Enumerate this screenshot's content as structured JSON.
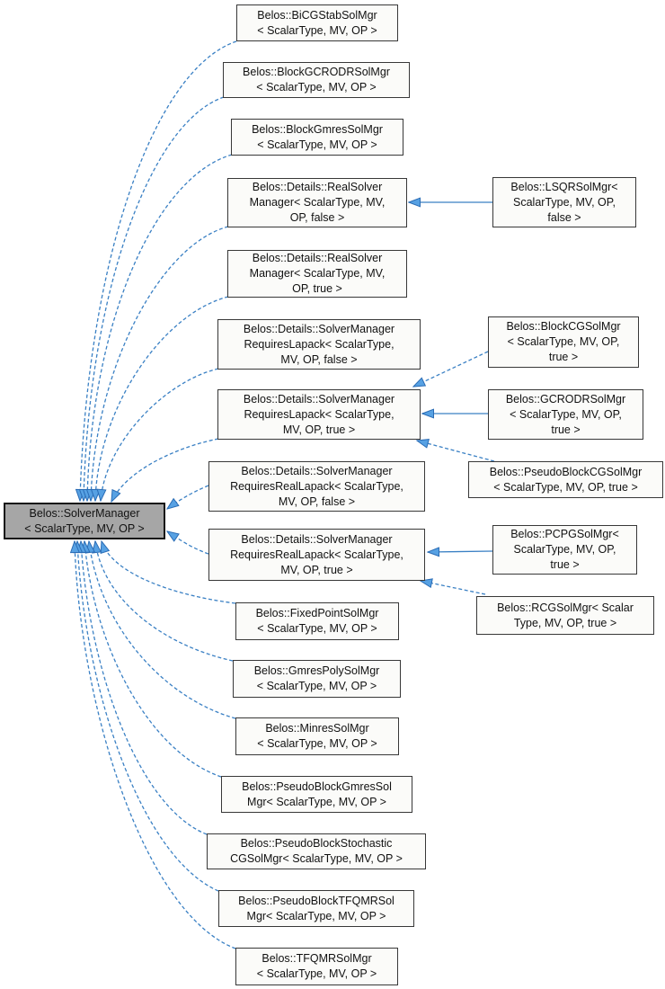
{
  "diagram": {
    "type": "class-inheritance-diagram",
    "base_class": "Belos::SolverManager< ScalarType, MV, OP >",
    "colors": {
      "background": "#ffffff",
      "edge": "#3a80c4",
      "arrowhead_fill": "#57a1e3",
      "arrowhead_border": "#2a6cb5",
      "node_fill": "#fbfbf9",
      "node_border": "#383838",
      "base_node_fill": "#a6a6a6",
      "base_node_border": "#141414",
      "text": "#111111"
    }
  },
  "nodes": [
    {
      "id": "solver-manager",
      "role": "base",
      "label": "Belos::SolverManager\n< ScalarType, MV, OP >"
    },
    {
      "id": "bicgstab-solmgr",
      "role": "derived",
      "label": "Belos::BiCGStabSolMgr\n< ScalarType, MV, OP >"
    },
    {
      "id": "block-gcrodr-solmgr",
      "role": "derived",
      "label": "Belos::BlockGCRODRSolMgr\n< ScalarType, MV, OP >"
    },
    {
      "id": "block-gmres-solmgr",
      "role": "derived",
      "label": "Belos::BlockGmresSolMgr\n< ScalarType, MV, OP >"
    },
    {
      "id": "real-solver-manager-false",
      "role": "derived",
      "label": "Belos::Details::RealSolver\nManager< ScalarType, MV,\nOP, false >"
    },
    {
      "id": "lsqr-solmgr",
      "role": "derived",
      "label": "Belos::LSQRSolMgr<\nScalarType, MV, OP,\nfalse >"
    },
    {
      "id": "real-solver-manager-true",
      "role": "derived",
      "label": "Belos::Details::RealSolver\nManager< ScalarType, MV,\nOP, true >"
    },
    {
      "id": "solver-manager-requires-lapack-false",
      "role": "derived",
      "label": "Belos::Details::SolverManager\nRequiresLapack< ScalarType,\nMV, OP, false >"
    },
    {
      "id": "block-cg-solmgr",
      "role": "derived",
      "label": "Belos::BlockCGSolMgr\n< ScalarType, MV, OP,\ntrue >"
    },
    {
      "id": "solver-manager-requires-lapack-true",
      "role": "derived",
      "label": "Belos::Details::SolverManager\nRequiresLapack< ScalarType,\nMV, OP, true >"
    },
    {
      "id": "gcrodr-solmgr",
      "role": "derived",
      "label": "Belos::GCRODRSolMgr\n< ScalarType, MV, OP,\ntrue >"
    },
    {
      "id": "solver-manager-requires-real-lapack-false",
      "role": "derived",
      "label": "Belos::Details::SolverManager\nRequiresRealLapack< ScalarType,\nMV, OP, false >"
    },
    {
      "id": "pseudo-block-cg-solmgr",
      "role": "derived",
      "label": "Belos::PseudoBlockCGSolMgr\n< ScalarType, MV, OP, true >"
    },
    {
      "id": "solver-manager-requires-real-lapack-true",
      "role": "derived",
      "label": "Belos::Details::SolverManager\nRequiresRealLapack< ScalarType,\nMV, OP, true >"
    },
    {
      "id": "pcpg-solmgr",
      "role": "derived",
      "label": "Belos::PCPGSolMgr<\nScalarType, MV, OP,\ntrue >"
    },
    {
      "id": "rcg-solmgr",
      "role": "derived",
      "label": "Belos::RCGSolMgr< Scalar\nType, MV, OP, true >"
    },
    {
      "id": "fixed-point-solmgr",
      "role": "derived",
      "label": "Belos::FixedPointSolMgr\n< ScalarType, MV, OP >"
    },
    {
      "id": "gmres-poly-solmgr",
      "role": "derived",
      "label": "Belos::GmresPolySolMgr\n< ScalarType, MV, OP >"
    },
    {
      "id": "minres-solmgr",
      "role": "derived",
      "label": "Belos::MinresSolMgr\n< ScalarType, MV, OP >"
    },
    {
      "id": "pseudo-block-gmres-solmgr",
      "role": "derived",
      "label": "Belos::PseudoBlockGmresSol\nMgr< ScalarType, MV, OP >"
    },
    {
      "id": "pseudo-block-stochastic-cg-solmgr",
      "role": "derived",
      "label": "Belos::PseudoBlockStochastic\nCGSolMgr< ScalarType, MV, OP >"
    },
    {
      "id": "pseudo-block-tfqmr-solmgr",
      "role": "derived",
      "label": "Belos::PseudoBlockTFQMRSol\nMgr< ScalarType, MV, OP >"
    },
    {
      "id": "tfqmr-solmgr",
      "role": "derived",
      "label": "Belos::TFQMRSolMgr\n< ScalarType, MV, OP >"
    }
  ],
  "edges": [
    {
      "from": "bicgstab-solmgr",
      "to": "solver-manager"
    },
    {
      "from": "block-gcrodr-solmgr",
      "to": "solver-manager"
    },
    {
      "from": "block-gmres-solmgr",
      "to": "solver-manager"
    },
    {
      "from": "real-solver-manager-false",
      "to": "solver-manager"
    },
    {
      "from": "real-solver-manager-true",
      "to": "solver-manager"
    },
    {
      "from": "solver-manager-requires-lapack-false",
      "to": "solver-manager"
    },
    {
      "from": "solver-manager-requires-lapack-true",
      "to": "solver-manager"
    },
    {
      "from": "solver-manager-requires-real-lapack-false",
      "to": "solver-manager"
    },
    {
      "from": "solver-manager-requires-real-lapack-true",
      "to": "solver-manager"
    },
    {
      "from": "fixed-point-solmgr",
      "to": "solver-manager"
    },
    {
      "from": "gmres-poly-solmgr",
      "to": "solver-manager"
    },
    {
      "from": "minres-solmgr",
      "to": "solver-manager"
    },
    {
      "from": "pseudo-block-gmres-solmgr",
      "to": "solver-manager"
    },
    {
      "from": "pseudo-block-stochastic-cg-solmgr",
      "to": "solver-manager"
    },
    {
      "from": "pseudo-block-tfqmr-solmgr",
      "to": "solver-manager"
    },
    {
      "from": "tfqmr-solmgr",
      "to": "solver-manager"
    },
    {
      "from": "lsqr-solmgr",
      "to": "real-solver-manager-false"
    },
    {
      "from": "block-cg-solmgr",
      "to": "solver-manager-requires-lapack-true"
    },
    {
      "from": "gcrodr-solmgr",
      "to": "solver-manager-requires-lapack-true"
    },
    {
      "from": "pseudo-block-cg-solmgr",
      "to": "solver-manager-requires-lapack-true"
    },
    {
      "from": "pcpg-solmgr",
      "to": "solver-manager-requires-real-lapack-true"
    },
    {
      "from": "rcg-solmgr",
      "to": "solver-manager-requires-real-lapack-true"
    }
  ]
}
